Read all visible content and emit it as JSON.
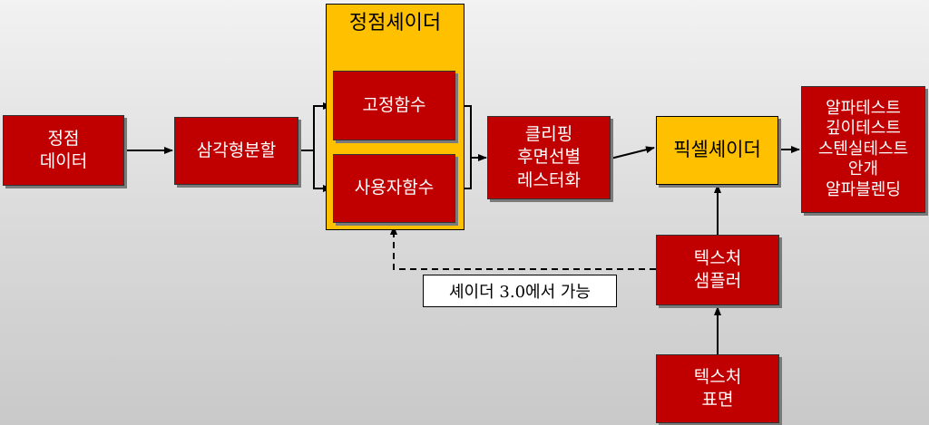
{
  "nodes": {
    "vertex_data": "정점\n데이터",
    "triangulation": "삼각형분할",
    "vertex_shader": "정점셰이더",
    "fixed_function": "고정함수",
    "user_function": "사용자함수",
    "clipping": "클리핑\n후면선별\n레스터화",
    "pixel_shader": "픽셀셰이더",
    "output_tests": "알파테스트\n깊이테스트\n스텐실테스트\n안개\n알파블렌딩",
    "texture_sampler": "텍스처\n샘플러",
    "texture_surface": "텍스처\n표면"
  },
  "annotations": {
    "shader_30_note": "셰이더 3.0에서 가능"
  },
  "colors": {
    "red_box": "#c00000",
    "yellow_box": "#ffc000",
    "background": "#d9d9d9"
  }
}
